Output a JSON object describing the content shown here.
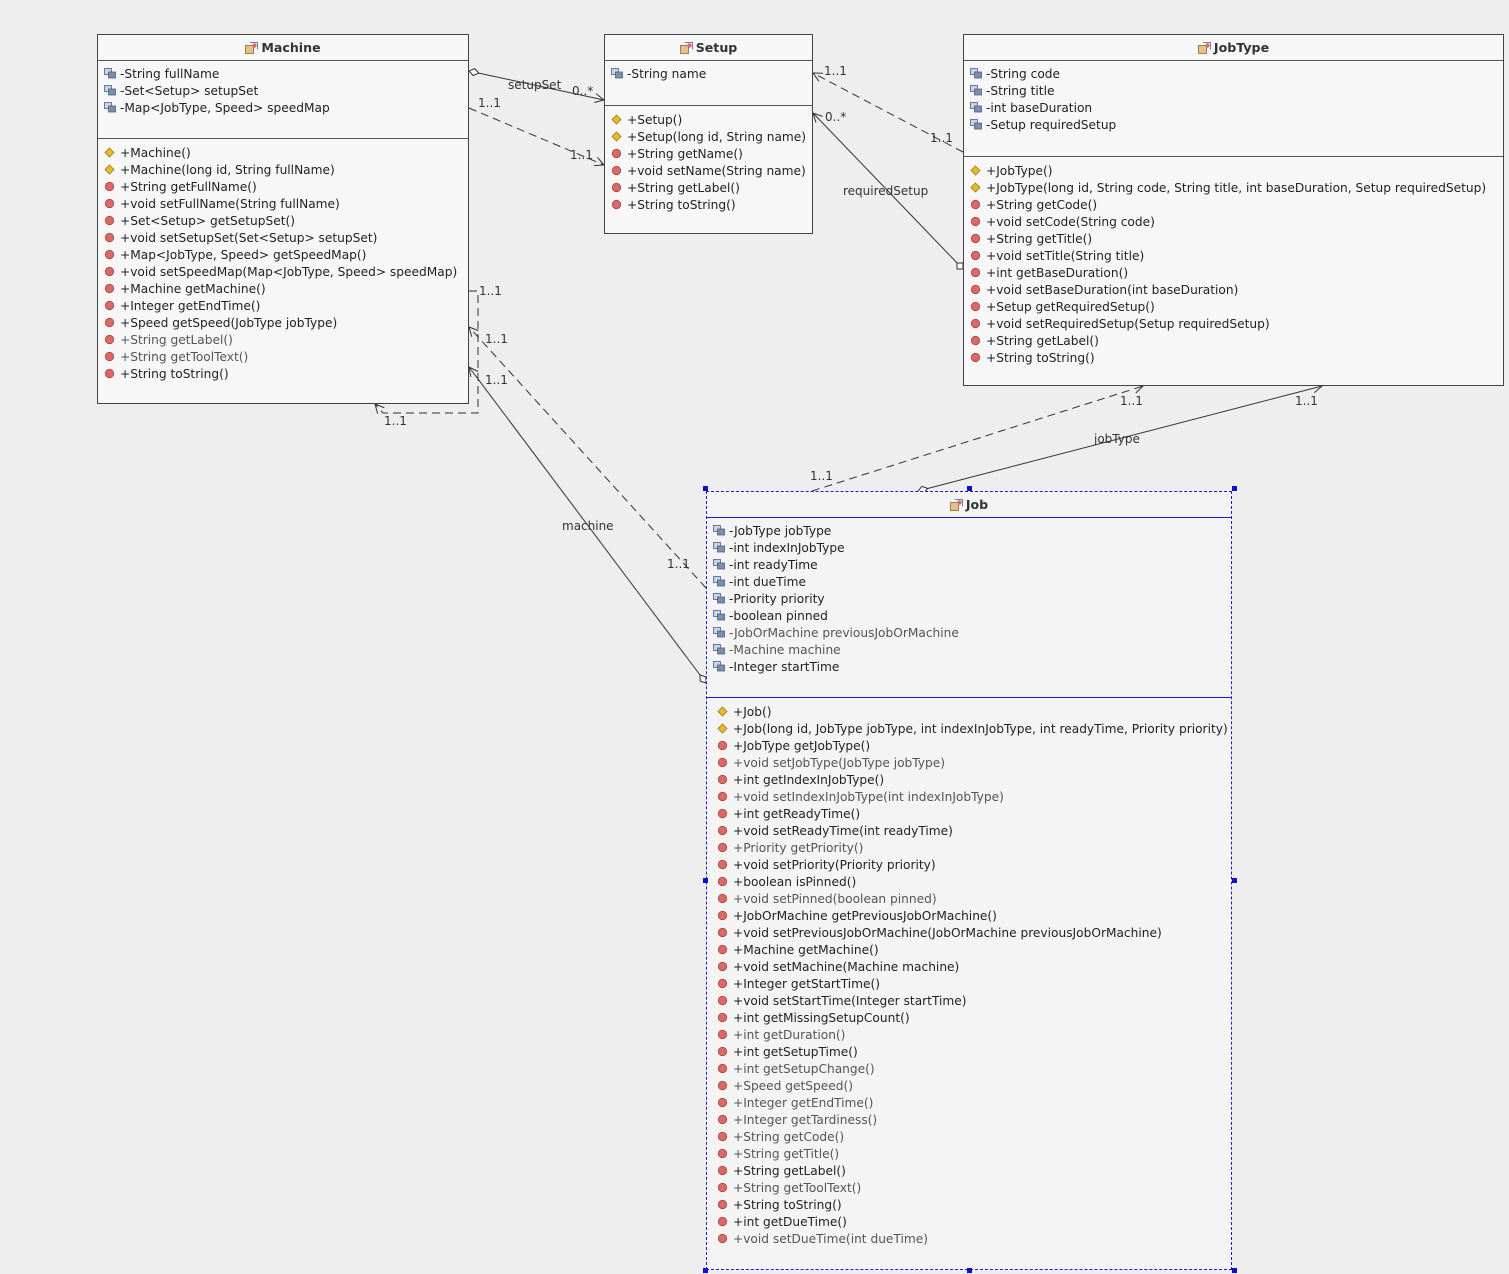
{
  "diagram": {
    "classes": [
      {
        "id": "machine",
        "name": "Machine",
        "attributes": [
          {
            "text": "-String fullName",
            "dim": false
          },
          {
            "text": "-Set<Setup> setupSet",
            "dim": false
          },
          {
            "text": "-Map<JobType, Speed> speedMap",
            "dim": false
          }
        ],
        "operations": [
          {
            "text": "+Machine()",
            "kind": "constructor",
            "dim": false
          },
          {
            "text": "+Machine(long id, String fullName)",
            "kind": "constructor",
            "dim": false
          },
          {
            "text": "+String getFullName()",
            "kind": "method",
            "dim": false
          },
          {
            "text": "+void setFullName(String fullName)",
            "kind": "method",
            "dim": false
          },
          {
            "text": "+Set<Setup> getSetupSet()",
            "kind": "method",
            "dim": false
          },
          {
            "text": "+void setSetupSet(Set<Setup> setupSet)",
            "kind": "method",
            "dim": false
          },
          {
            "text": "+Map<JobType, Speed> getSpeedMap()",
            "kind": "method",
            "dim": false
          },
          {
            "text": "+void setSpeedMap(Map<JobType, Speed> speedMap)",
            "kind": "method",
            "dim": false
          },
          {
            "text": "+Machine getMachine()",
            "kind": "method",
            "dim": false
          },
          {
            "text": "+Integer getEndTime()",
            "kind": "method",
            "dim": false
          },
          {
            "text": "+Speed getSpeed(JobType jobType)",
            "kind": "method",
            "dim": false
          },
          {
            "text": "+String getLabel()",
            "kind": "method",
            "dim": true
          },
          {
            "text": "+String getToolText()",
            "kind": "method",
            "dim": true
          },
          {
            "text": "+String toString()",
            "kind": "method",
            "dim": false
          }
        ]
      },
      {
        "id": "setup",
        "name": "Setup",
        "attributes": [
          {
            "text": "-String name",
            "dim": false
          }
        ],
        "operations": [
          {
            "text": "+Setup()",
            "kind": "constructor",
            "dim": false
          },
          {
            "text": "+Setup(long id, String name)",
            "kind": "constructor",
            "dim": false
          },
          {
            "text": "+String getName()",
            "kind": "method",
            "dim": false
          },
          {
            "text": "+void setName(String name)",
            "kind": "method",
            "dim": false
          },
          {
            "text": "+String getLabel()",
            "kind": "method",
            "dim": false
          },
          {
            "text": "+String toString()",
            "kind": "method",
            "dim": false
          }
        ]
      },
      {
        "id": "jobtype",
        "name": "JobType",
        "attributes": [
          {
            "text": "-String code",
            "dim": false
          },
          {
            "text": "-String title",
            "dim": false
          },
          {
            "text": "-int baseDuration",
            "dim": false
          },
          {
            "text": "-Setup requiredSetup",
            "dim": false
          }
        ],
        "operations": [
          {
            "text": "+JobType()",
            "kind": "constructor",
            "dim": false
          },
          {
            "text": "+JobType(long id, String code, String title, int baseDuration, Setup requiredSetup)",
            "kind": "constructor",
            "dim": false
          },
          {
            "text": "+String getCode()",
            "kind": "method",
            "dim": false
          },
          {
            "text": "+void setCode(String code)",
            "kind": "method",
            "dim": false
          },
          {
            "text": "+String getTitle()",
            "kind": "method",
            "dim": false
          },
          {
            "text": "+void setTitle(String title)",
            "kind": "method",
            "dim": false
          },
          {
            "text": "+int getBaseDuration()",
            "kind": "method",
            "dim": false
          },
          {
            "text": "+void setBaseDuration(int baseDuration)",
            "kind": "method",
            "dim": false
          },
          {
            "text": "+Setup getRequiredSetup()",
            "kind": "method",
            "dim": false
          },
          {
            "text": "+void setRequiredSetup(Setup requiredSetup)",
            "kind": "method",
            "dim": false
          },
          {
            "text": "+String getLabel()",
            "kind": "method",
            "dim": false
          },
          {
            "text": "+String toString()",
            "kind": "method",
            "dim": false
          }
        ]
      },
      {
        "id": "job",
        "name": "Job",
        "selected": true,
        "attributes": [
          {
            "text": "-JobType jobType",
            "dim": false
          },
          {
            "text": "-int indexInJobType",
            "dim": false
          },
          {
            "text": "-int readyTime",
            "dim": false
          },
          {
            "text": "-int dueTime",
            "dim": false
          },
          {
            "text": "-Priority priority",
            "dim": false
          },
          {
            "text": "-boolean pinned",
            "dim": false
          },
          {
            "text": "-JobOrMachine previousJobOrMachine",
            "dim": true
          },
          {
            "text": "-Machine machine",
            "dim": true
          },
          {
            "text": "-Integer startTime",
            "dim": false
          }
        ],
        "operations": [
          {
            "text": "+Job()",
            "kind": "constructor",
            "dim": false
          },
          {
            "text": "+Job(long id, JobType jobType, int indexInJobType, int readyTime, Priority priority)",
            "kind": "constructor",
            "dim": false
          },
          {
            "text": "+JobType getJobType()",
            "kind": "method",
            "dim": false
          },
          {
            "text": "+void setJobType(JobType jobType)",
            "kind": "method",
            "dim": true
          },
          {
            "text": "+int getIndexInJobType()",
            "kind": "method",
            "dim": false
          },
          {
            "text": "+void setIndexInJobType(int indexInJobType)",
            "kind": "method",
            "dim": true
          },
          {
            "text": "+int getReadyTime()",
            "kind": "method",
            "dim": false
          },
          {
            "text": "+void setReadyTime(int readyTime)",
            "kind": "method",
            "dim": false
          },
          {
            "text": "+Priority getPriority()",
            "kind": "method",
            "dim": true
          },
          {
            "text": "+void setPriority(Priority priority)",
            "kind": "method",
            "dim": false
          },
          {
            "text": "+boolean isPinned()",
            "kind": "method",
            "dim": false
          },
          {
            "text": "+void setPinned(boolean pinned)",
            "kind": "method",
            "dim": true
          },
          {
            "text": "+JobOrMachine getPreviousJobOrMachine()",
            "kind": "method",
            "dim": false
          },
          {
            "text": "+void setPreviousJobOrMachine(JobOrMachine previousJobOrMachine)",
            "kind": "method",
            "dim": false
          },
          {
            "text": "+Machine getMachine()",
            "kind": "method",
            "dim": false
          },
          {
            "text": "+void setMachine(Machine machine)",
            "kind": "method",
            "dim": false
          },
          {
            "text": "+Integer getStartTime()",
            "kind": "method",
            "dim": false
          },
          {
            "text": "+void setStartTime(Integer startTime)",
            "kind": "method",
            "dim": false
          },
          {
            "text": "+int getMissingSetupCount()",
            "kind": "method",
            "dim": false
          },
          {
            "text": "+int getDuration()",
            "kind": "method",
            "dim": true
          },
          {
            "text": "+int getSetupTime()",
            "kind": "method",
            "dim": false
          },
          {
            "text": "+int getSetupChange()",
            "kind": "method",
            "dim": true
          },
          {
            "text": "+Speed getSpeed()",
            "kind": "method",
            "dim": true
          },
          {
            "text": "+Integer getEndTime()",
            "kind": "method",
            "dim": true
          },
          {
            "text": "+Integer getTardiness()",
            "kind": "method",
            "dim": true
          },
          {
            "text": "+String getCode()",
            "kind": "method",
            "dim": true
          },
          {
            "text": "+String getTitle()",
            "kind": "method",
            "dim": true
          },
          {
            "text": "+String getLabel()",
            "kind": "method",
            "dim": false
          },
          {
            "text": "+String getToolText()",
            "kind": "method",
            "dim": true
          },
          {
            "text": "+String toString()",
            "kind": "method",
            "dim": false
          },
          {
            "text": "+int getDueTime()",
            "kind": "method",
            "dim": false
          },
          {
            "text": "+void setDueTime(int dueTime)",
            "kind": "method",
            "dim": true
          }
        ]
      }
    ],
    "edge_labels": {
      "setupSet": "setupSet",
      "setupSet_mult": "0..*",
      "machine_setup_dep_src": "1..1",
      "machine_setup_dep_dst": "1..1",
      "jobtype_setup_dep": "1..1",
      "jobtype_setup_dep_dst": "1..1",
      "requiredSetup": "requiredSetup",
      "requiredSetup_mult": "0..*",
      "machine_self_a": "1..1",
      "machine_self_b": "1..1",
      "job_machine_dep": "1..1",
      "job_machine_dep_dst": "1..1",
      "machine": "machine",
      "machine_mult": "1..1",
      "job_jobtype_dep_src": "1..1",
      "job_jobtype_dep_dst": "1..1",
      "jobType": "jobType",
      "jobType_mult": "1..1"
    },
    "colors": {
      "constructor_icon": "#e8b830",
      "method_icon": "#d86a6a",
      "attribute_icon": "#7a8fb0",
      "selection": "#1a1ad0"
    }
  }
}
